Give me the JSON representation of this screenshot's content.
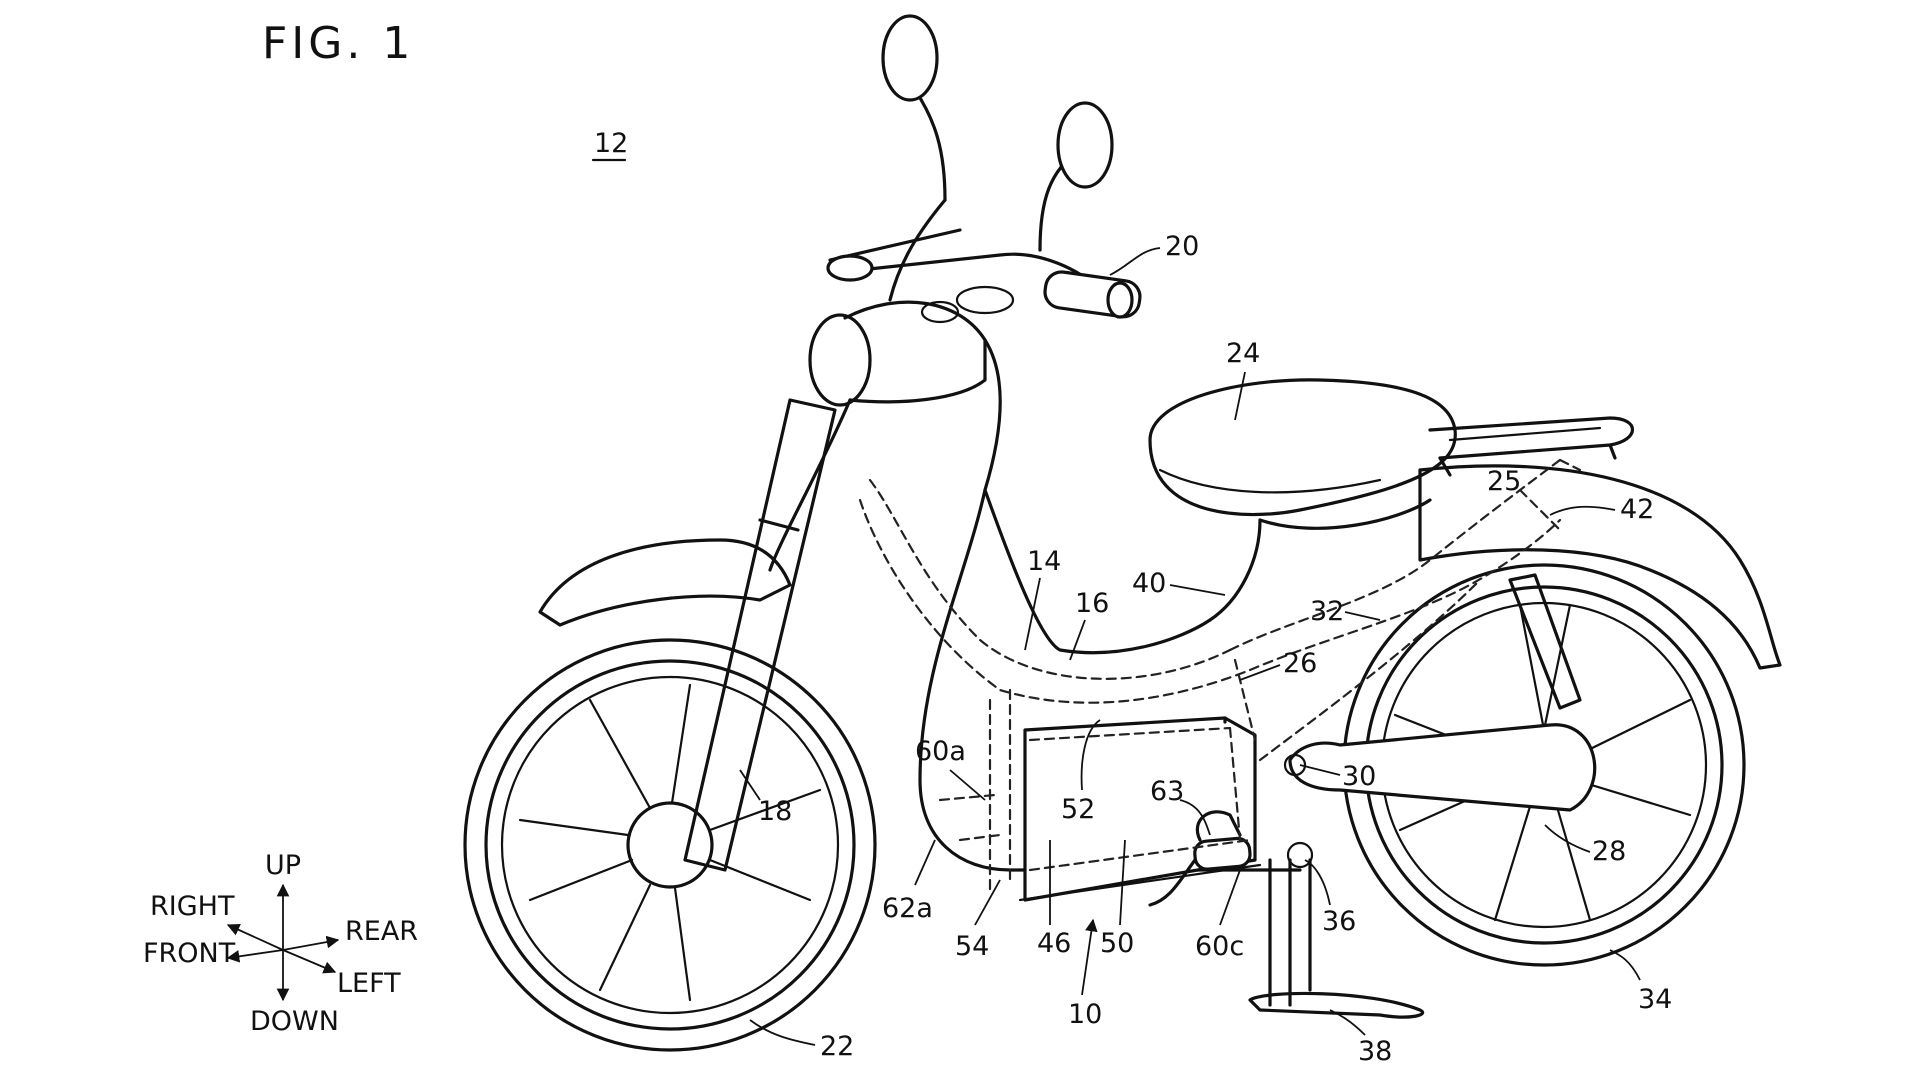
{
  "figure": {
    "title": "FIG. 1",
    "assembly_label": "12"
  },
  "reference_labels": {
    "r10": "10",
    "r14": "14",
    "r16": "16",
    "r18": "18",
    "r20": "20",
    "r22": "22",
    "r24": "24",
    "r25": "25",
    "r26": "26",
    "r28": "28",
    "r30": "30",
    "r32": "32",
    "r34": "34",
    "r36": "36",
    "r38": "38",
    "r40": "40",
    "r42": "42",
    "r46": "46",
    "r50": "50",
    "r52": "52",
    "r54": "54",
    "r60a": "60a",
    "r60c": "60c",
    "r62a": "62a",
    "r63": "63"
  },
  "direction_indicator": {
    "up": "UP",
    "down": "DOWN",
    "right": "RIGHT",
    "front": "FRONT",
    "rear": "REAR",
    "left": "LEFT"
  }
}
